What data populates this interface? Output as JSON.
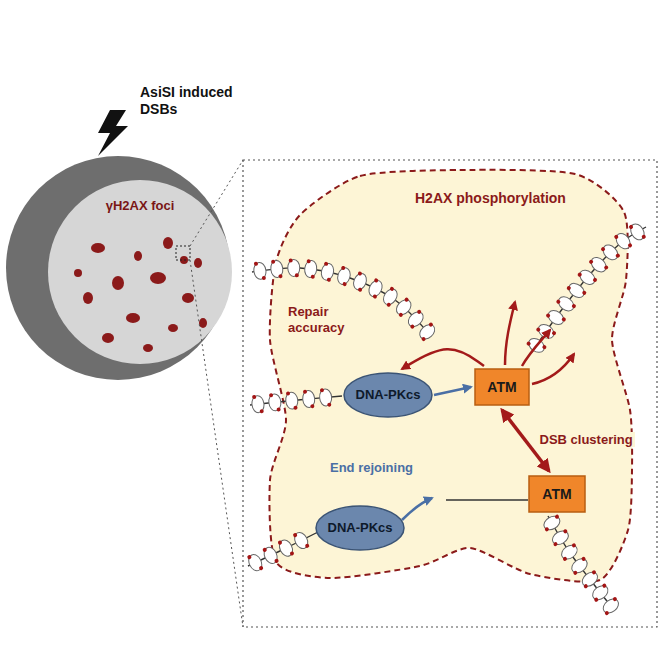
{
  "diagram": {
    "nodes": [
      {
        "text": [
          "γH2AX foci"
        ]
      },
      {
        "text": [
          "H2AX phosphorylation"
        ]
      },
      {
        "text": [
          "ATM"
        ],
        "in": 1
      },
      {
        "text": [
          "DNA-PKcs"
        ],
        "in": 1
      },
      {
        "text": [
          "ATM"
        ],
        "in": 1
      },
      {
        "text": [
          "DNA-PKcs"
        ],
        "in": 1
      }
    ],
    "edges": [
      {
        "from": 3,
        "to": 2,
        "arrow": "to"
      },
      {
        "from": 2,
        "to": 3,
        "arrow": "to"
      },
      {
        "from": 2,
        "to": 4,
        "arrow": "both",
        "label": "DSB clustering"
      }
    ],
    "labels": [
      "AsiSI induced DSBs",
      "Repair accuracy",
      "End rejoining"
    ]
  }
}
